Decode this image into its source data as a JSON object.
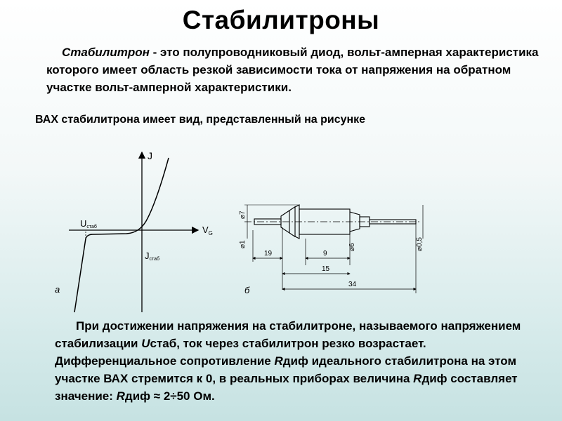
{
  "title": "Стабилитроны",
  "intro": {
    "term": "Стабилитрон",
    "rest": " - это полупроводниковый диод, вольт-амперная характеристика которого имеет область резкой зависимости тока от напряжения на обратном участке вольт-амперной характеристики."
  },
  "vah_caption": "ВАХ стабилитрона имеет вид, представленный на рисунке",
  "figure_a": {
    "axis_y_label": "J",
    "axis_x_label": "V",
    "axis_x_sub": "G",
    "u_label": "U",
    "u_sub": "стаб",
    "j_label": "J",
    "j_sub": "стаб",
    "panel_label": "а"
  },
  "figure_b": {
    "dim_d7": "⌀7",
    "dim_d1": "⌀1",
    "dim_d6": "⌀6",
    "dim_d05": "⌀0,5",
    "dim_19": "19",
    "dim_9": "9",
    "dim_15": "15",
    "dim_34": "34",
    "panel_label": "б"
  },
  "outro": {
    "p1": "При достижении напряжения на стабилитроне, называемого напряжением стабилизации ",
    "u": "U",
    "p2": "стаб, ток через стабилитрон резко возрастает. Дифференциальное сопротивление ",
    "r1": "R",
    "p3": "диф идеального стабилитрона на этом участке ВАХ стремится к 0, в реальных приборах величина ",
    "r2": "R",
    "p4": "диф составляет значение: ",
    "r3": "R",
    "p5": "диф ≈ 2÷50 Ом."
  }
}
